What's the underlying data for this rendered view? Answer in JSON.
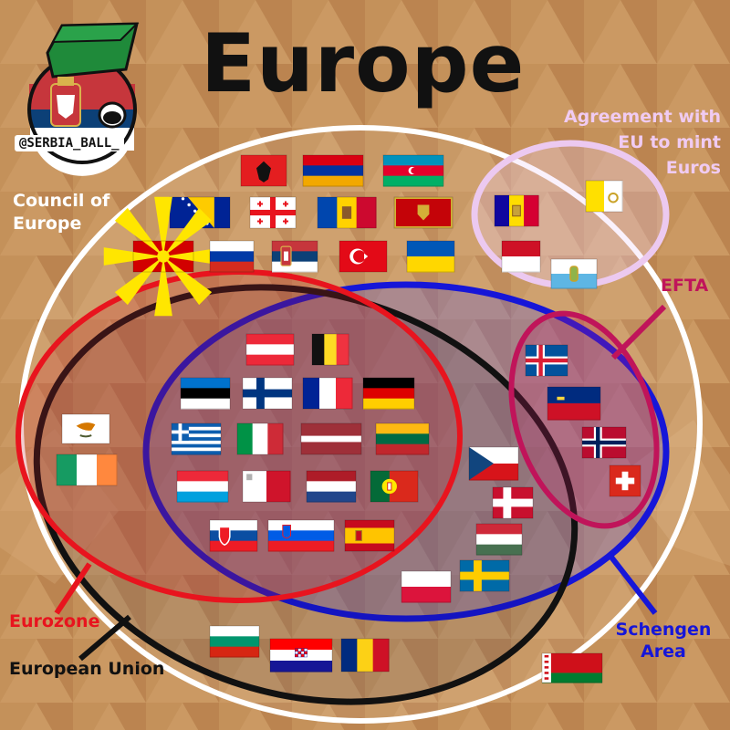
{
  "title": "Europe",
  "credit": "@SERBIA_BALL_",
  "labels": {
    "council": "Council of\nEurope",
    "agreement": "Agreement with\nEU to mint\nEuros",
    "efta": "EFTA",
    "eurozone": "Eurozone",
    "eu": "European Union",
    "schengen": "Schengen\nArea"
  },
  "colors": {
    "council": "#ffffff",
    "agreement": "#e9c4ef",
    "efta": "#c0145a",
    "eurozone": "#e8141e",
    "eu": "#111111",
    "schengen": "#1616d8"
  },
  "flags": [
    {
      "country": "albania",
      "group": "council"
    },
    {
      "country": "armenia",
      "group": "council"
    },
    {
      "country": "azerbaijan",
      "group": "council"
    },
    {
      "country": "bosnia-herzegovina",
      "group": "council"
    },
    {
      "country": "georgia",
      "group": "council"
    },
    {
      "country": "moldova",
      "group": "council"
    },
    {
      "country": "montenegro",
      "group": "council"
    },
    {
      "country": "north-macedonia",
      "group": "council"
    },
    {
      "country": "russia",
      "group": "council"
    },
    {
      "country": "serbia",
      "group": "council"
    },
    {
      "country": "turkey",
      "group": "council"
    },
    {
      "country": "ukraine",
      "group": "council"
    },
    {
      "country": "andorra",
      "group": "agreement"
    },
    {
      "country": "vatican",
      "group": "agreement"
    },
    {
      "country": "monaco",
      "group": "agreement"
    },
    {
      "country": "san-marino",
      "group": "agreement"
    },
    {
      "country": "iceland",
      "group": "efta-schengen"
    },
    {
      "country": "liechtenstein",
      "group": "efta-schengen"
    },
    {
      "country": "norway",
      "group": "efta-schengen"
    },
    {
      "country": "switzerland",
      "group": "efta-schengen"
    },
    {
      "country": "austria",
      "group": "eu-eurozone-schengen"
    },
    {
      "country": "belgium",
      "group": "eu-eurozone-schengen"
    },
    {
      "country": "estonia",
      "group": "eu-eurozone-schengen"
    },
    {
      "country": "finland",
      "group": "eu-eurozone-schengen"
    },
    {
      "country": "france",
      "group": "eu-eurozone-schengen"
    },
    {
      "country": "germany",
      "group": "eu-eurozone-schengen"
    },
    {
      "country": "greece",
      "group": "eu-eurozone-schengen"
    },
    {
      "country": "italy",
      "group": "eu-eurozone-schengen"
    },
    {
      "country": "latvia",
      "group": "eu-eurozone-schengen"
    },
    {
      "country": "lithuania",
      "group": "eu-eurozone-schengen"
    },
    {
      "country": "luxembourg",
      "group": "eu-eurozone-schengen"
    },
    {
      "country": "malta",
      "group": "eu-eurozone-schengen"
    },
    {
      "country": "netherlands",
      "group": "eu-eurozone-schengen"
    },
    {
      "country": "portugal",
      "group": "eu-eurozone-schengen"
    },
    {
      "country": "slovakia",
      "group": "eu-eurozone-schengen"
    },
    {
      "country": "slovenia",
      "group": "eu-eurozone-schengen"
    },
    {
      "country": "spain",
      "group": "eu-eurozone-schengen"
    },
    {
      "country": "cyprus",
      "group": "eu-eurozone"
    },
    {
      "country": "ireland",
      "group": "eu-eurozone"
    },
    {
      "country": "czechia",
      "group": "eu-schengen"
    },
    {
      "country": "denmark",
      "group": "eu-schengen"
    },
    {
      "country": "hungary",
      "group": "eu-schengen"
    },
    {
      "country": "poland",
      "group": "eu-schengen"
    },
    {
      "country": "sweden",
      "group": "eu-schengen"
    },
    {
      "country": "bulgaria",
      "group": "eu"
    },
    {
      "country": "croatia",
      "group": "eu"
    },
    {
      "country": "romania",
      "group": "eu"
    },
    {
      "country": "belarus",
      "group": "none"
    }
  ]
}
